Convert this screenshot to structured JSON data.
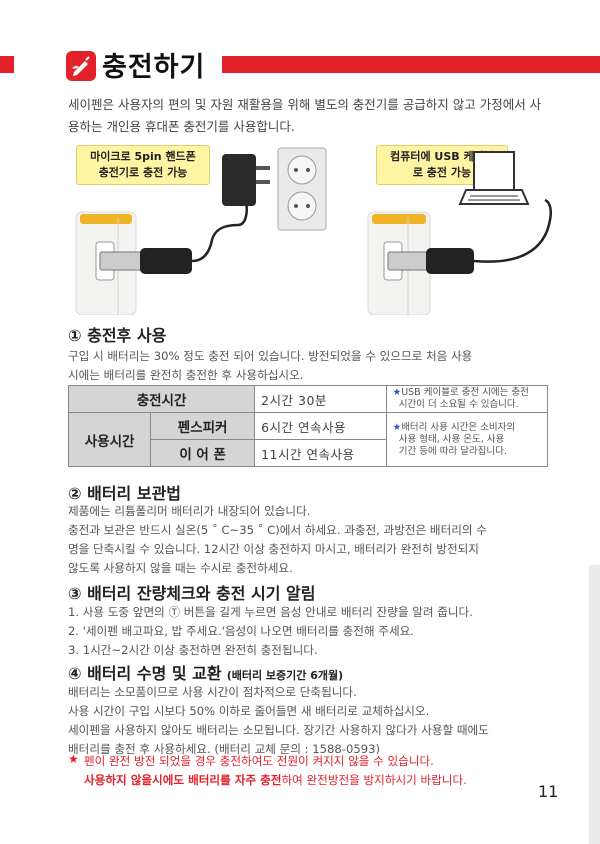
{
  "header": {
    "title": "충전하기"
  },
  "intro": "세이펜은 사용자의 편의 및 자원 재활용을 위해 별도의 충전기를 공급하지 않고 가정에서 사용하는 개인용 휴대폰 충전기를 사용합니다.",
  "callouts": {
    "left": [
      "마이크로 5pin 핸드폰",
      "충전기로 충전 가능"
    ],
    "right": [
      "컴퓨터에 USB 케이블",
      "로 충전 가능"
    ]
  },
  "section1": {
    "title": "① 충전후 사용",
    "text": [
      "구입 시 배터리는 30% 정도 충전 되어 있습니다. 방전되었을 수 있으므로 처음 사용",
      "시에는 배터리를 완전히 충전한 후 사용하십시오."
    ]
  },
  "table": {
    "charge_label": "충전시간",
    "charge_value": "2시간 30분",
    "charge_note": [
      "USB 케이블로 충전 시에는 충전",
      "시간이 더 소요될 수 있습니다."
    ],
    "use_label": "사용시간",
    "speaker_label": "펜스피커",
    "speaker_value": "6시간 연속사용",
    "earphone_label": "이 어 폰",
    "earphone_value": "11시간 연속사용",
    "use_note": [
      "배터리 사용 시간은 소비자의",
      "사용 형태, 사용 온도, 사용",
      "기간 등에 따라 달라집니다."
    ]
  },
  "section2": {
    "title": "② 배터리 보관법",
    "text": [
      "제품에는 리튬폴리머 배터리가 내장되어 있습니다.",
      "충전과 보관은 반드시 실온(5 ˚ C~35 ˚ C)에서 하세요. 과충전, 과방전은 배터리의 수",
      "명을 단축시킬 수 있습니다. 12시간 이상 충전하지 마시고, 배터리가 완전히 방전되지",
      "않도록 사용하지 않을 때는 수시로 충전하세요."
    ]
  },
  "section3": {
    "title": "③ 배터리 잔량체크와 충전 시기 알림",
    "text": [
      "1. 사용 도중 앞면의 Ⓣ 버튼을 길게 누르면 음성 안내로 배터리 잔량을 알려 줍니다.",
      "2. '세이펜 배고파요, 밥 주세요.'음성이 나오면 배터리를 충전해 주세요.",
      "3. 1시간~2시간 이상 충전하면 완전히 충전됩니다."
    ]
  },
  "section4": {
    "title": "④ 배터리 수명 및 교환",
    "subtitle": "(배터리 보증기간 6개월)",
    "text": [
      "배터리는 소모품이므로 사용 시간이 점차적으로 단축됩니다.",
      "사용 시간이 구입 시보다 50% 이하로 줄어들면 새 배터리로 교체하십시오.",
      "세이펜을 사용하지 않아도 배터리는 소모됩니다. 장기간 사용하지 않다가 사용할 때에도",
      "배터리를 충전 후 사용하세요. (배터리 교체 문의 : 1588-0593)"
    ]
  },
  "warning": {
    "line1": "펜이 완전 방전 되었을 경우 충전하여도 전원이 켜지지 않을 수 있습니다.",
    "line2_bold": "사용하지 않을시에도 배터리를 자주 충전",
    "line2_rest": "하여 완전방전을 방지하시기 바랍니다."
  },
  "page_number": "11",
  "colors": {
    "accent_red": "#e2212b",
    "callout_yellow": "#fff3a4",
    "note_blue": "#2a58b5"
  }
}
